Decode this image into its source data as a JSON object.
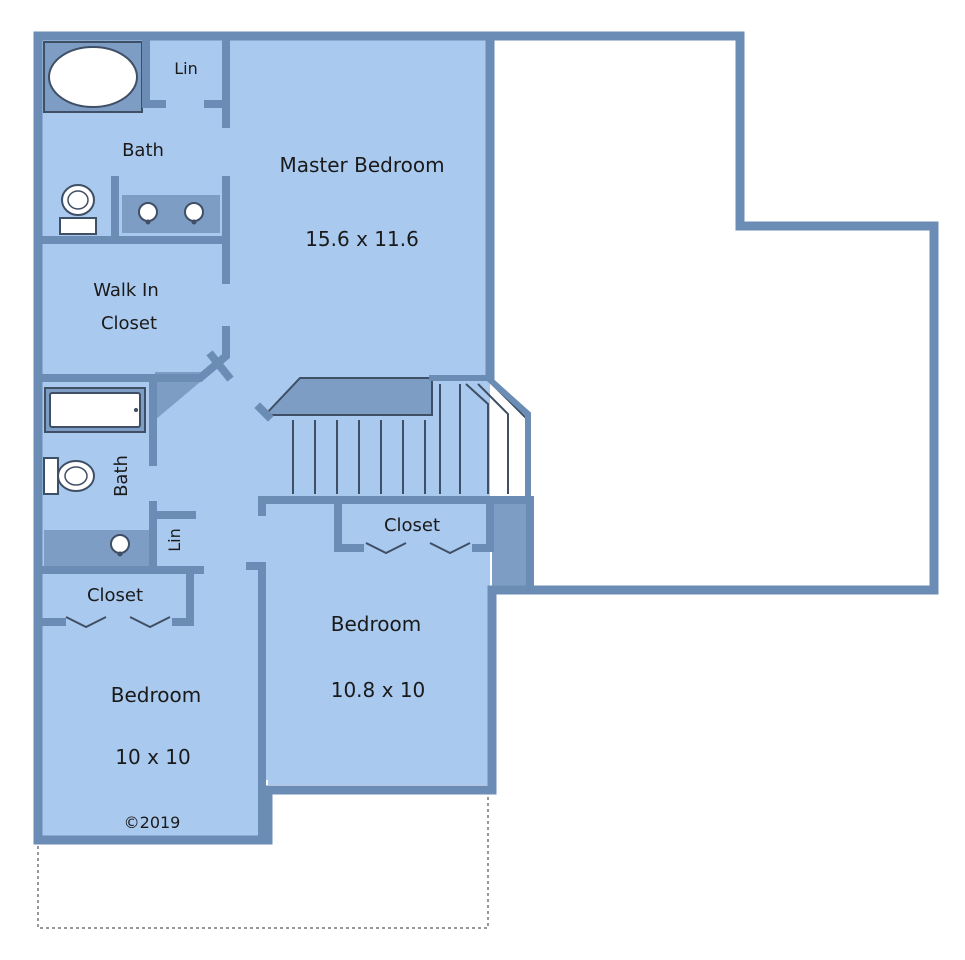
{
  "colors": {
    "floor": "#a9c9ee",
    "wall": "#6b8db5",
    "wall_dark": "#7e9dc4",
    "outline": "#3f4f66"
  },
  "rooms": {
    "master_bedroom": {
      "name": "Master Bedroom",
      "size": "15.6 x 11.6"
    },
    "bedroom_middle": {
      "name": "Bedroom",
      "size": "10.8 x 10"
    },
    "bedroom_left": {
      "name": "Bedroom",
      "size": "10 x 10"
    },
    "bath_top": {
      "name": "Bath"
    },
    "bath_side": {
      "name": "Bath"
    },
    "walk_in_closet": {
      "line1": "Walk In",
      "line2": "Closet"
    },
    "closet_middle": {
      "name": "Closet"
    },
    "closet_left": {
      "name": "Closet"
    },
    "linen_top": {
      "name": "Lin"
    },
    "linen_side": {
      "name": "Lin"
    }
  },
  "copyright": "©2019"
}
